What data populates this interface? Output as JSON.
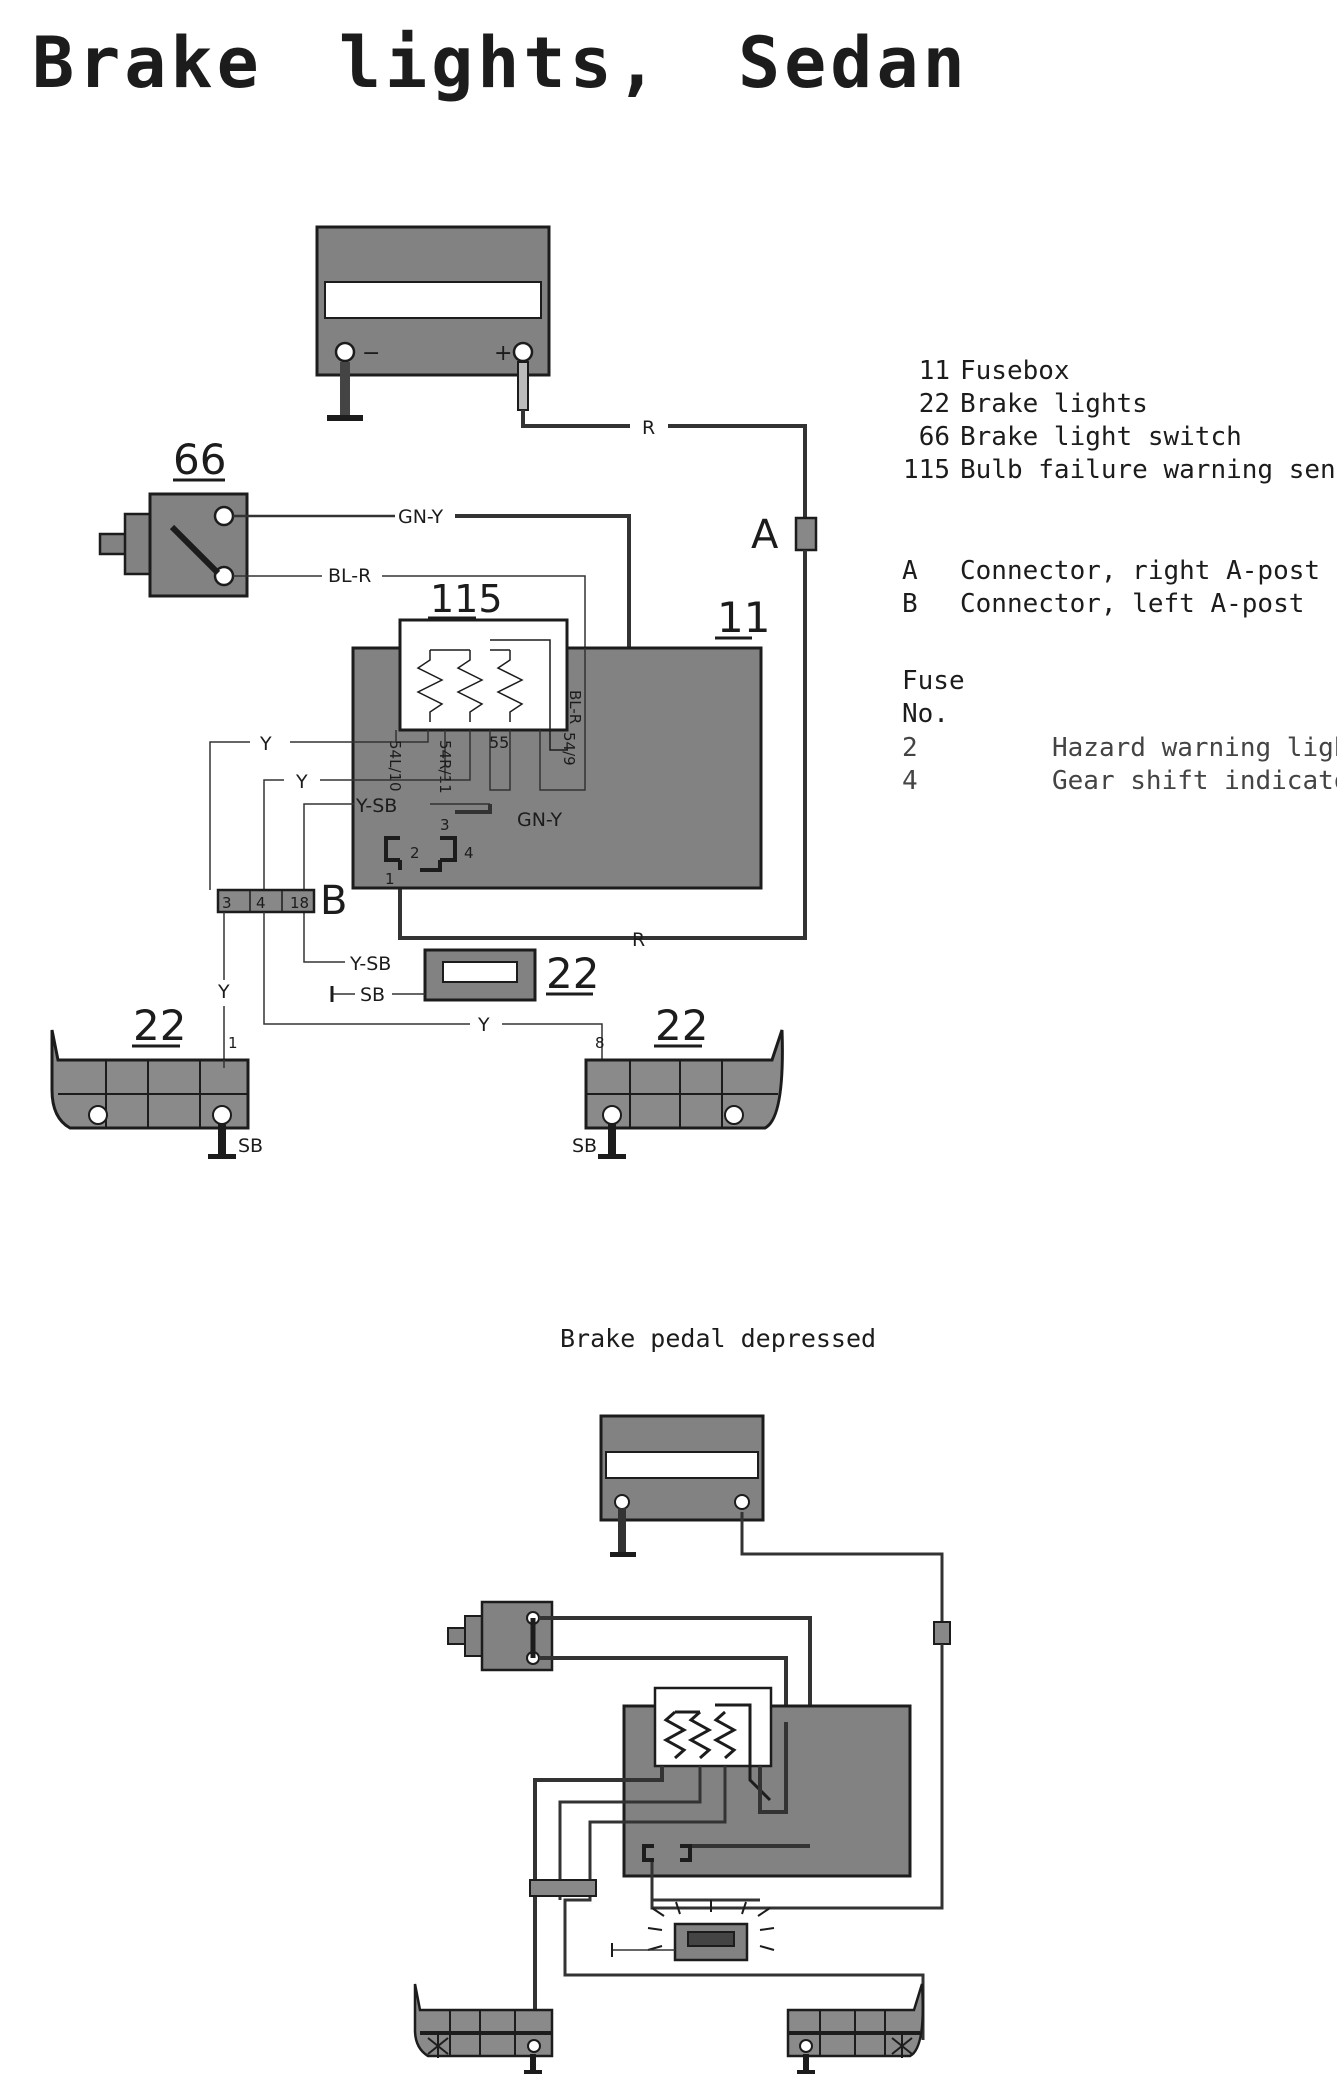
{
  "title": "Brake lights, Sedan",
  "subtitle": "Brake pedal depressed",
  "legend": {
    "components": [
      {
        "num": "11",
        "text": "Fusebox"
      },
      {
        "num": "22",
        "text": "Brake lights"
      },
      {
        "num": "66",
        "text": "Brake light switch"
      },
      {
        "num": "115",
        "text": "Bulb failure warning sensor"
      }
    ],
    "connectors": [
      {
        "num": "A",
        "text": "Connector, right A-post"
      },
      {
        "num": "B",
        "text": "Connector, left A-post"
      }
    ],
    "fuse_header_1": "Fuse",
    "fuse_header_2": "No.",
    "fuses": [
      {
        "num": "2",
        "text": "Hazard warning lights"
      },
      {
        "num": "4",
        "text": "Gear shift indicator"
      }
    ]
  },
  "diagram": {
    "component_labels": {
      "switch": "66",
      "sensor": "115",
      "fusebox": "11",
      "light_center": "22",
      "light_left": "22",
      "light_right": "22",
      "connector_a": "A",
      "connector_b": "B"
    },
    "battery_terminals": {
      "negative": "−",
      "positive": "+"
    },
    "wire_labels": {
      "r_top": "R",
      "gn_y": "GN-Y",
      "bl_r": "BL-R",
      "bl_r_inner": "BL-R",
      "y_1": "Y",
      "y_2": "Y",
      "y_sb_inner": "Y-SB",
      "gn_y_inner": "GN-Y",
      "r_bottom": "R",
      "y_sb_lamp": "Y-SB",
      "sb_lamp": "SB",
      "y_left": "Y",
      "y_bottom": "Y",
      "sb_left": "SB",
      "sb_right": "SB"
    },
    "pin_labels": {
      "p54l10": "54L/10",
      "p54r11": "54R/11",
      "p55": "55",
      "p549": "54/9",
      "relay_2": "2",
      "relay_1": "1",
      "relay_3": "3",
      "relay_4": "4",
      "conn_b_3": "3",
      "conn_b_4": "4",
      "conn_b_18": "18",
      "lamp_left_1": "1",
      "lamp_right_8": "8"
    }
  },
  "colors": {
    "ink": "#1c1c1c",
    "component_fill": "#828282",
    "lamp_fill": "#8a8a8a",
    "wire": "#333333"
  }
}
